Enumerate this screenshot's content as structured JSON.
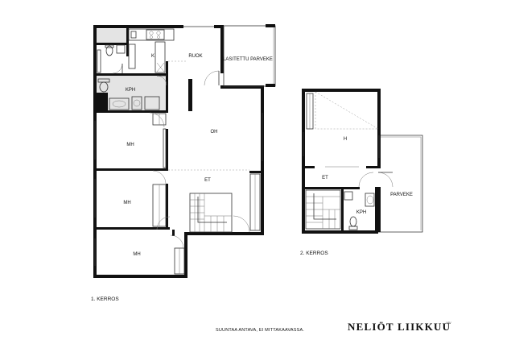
{
  "floors": [
    {
      "caption": "1. KERROS",
      "rooms": {
        "k": "K",
        "ruok": "RUOK",
        "lasitettu_parveke": "LASITETTU PARVEKE",
        "kph": "KPH",
        "oh": "OH",
        "mh1": "MH",
        "et": "ET",
        "mh2": "MH",
        "mh3": "MH"
      }
    },
    {
      "caption": "2. KERROS",
      "rooms": {
        "h": "H",
        "et": "ET",
        "parveke": "PARVEKE",
        "kph": "KPH"
      }
    }
  ],
  "note": "SUUNTAA ANTAVA, EI MITTAKAAVASSA.",
  "brand": {
    "name": "NELIÖT LIIKKUU",
    "suffix": "LKV"
  },
  "colors": {
    "wall": "#111111",
    "wet_area": "#e4e4e4"
  }
}
